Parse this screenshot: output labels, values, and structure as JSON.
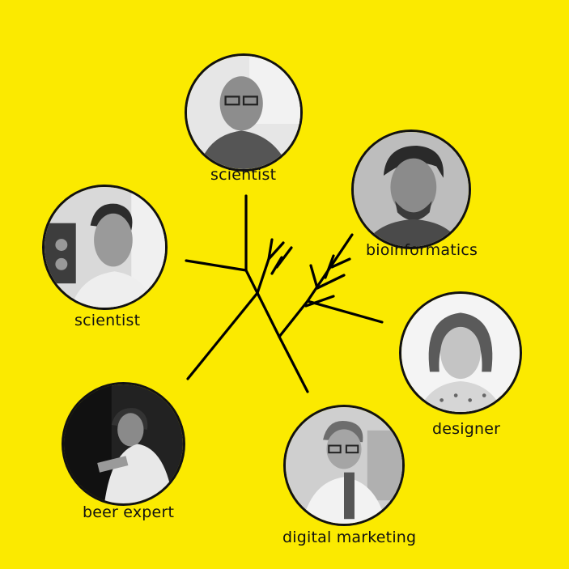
{
  "background_color": "#fbea00",
  "people": [
    {
      "label": "scientist"
    },
    {
      "label": "bioinformatics"
    },
    {
      "label": "scientist"
    },
    {
      "label": "designer"
    },
    {
      "label": "beer expert"
    },
    {
      "label": "digital marketing"
    }
  ]
}
